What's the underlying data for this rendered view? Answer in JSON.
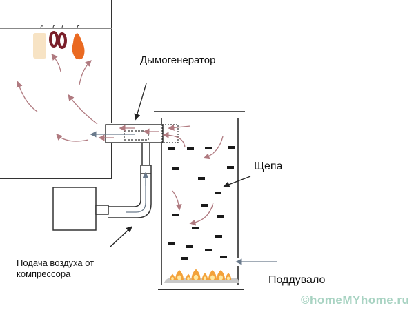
{
  "labels": {
    "smoke_generator": "Дымогенератор",
    "chips": "Щепа",
    "air_supply_line1": "Подача воздуха от",
    "air_supply_line2": "компрессора",
    "blower": "Поддувало"
  },
  "watermark": "©homeMYhome.ru",
  "colors": {
    "outline": "#333333",
    "rail": "#888888",
    "smoke_arrow": "#b07a80",
    "air_arrow": "#6a7a8c",
    "chip": "#1a1a1a",
    "ash": "#c9c9c9",
    "flame_outer": "#f3a23a",
    "flame_inner": "#ffe8a0",
    "cheese": "#f7e3c4",
    "sausage": "#7a1f2a",
    "ham": "#ea6a22",
    "watermark": "#a8d3c2"
  },
  "hanging_products": [
    "cheese",
    "sausage-ring",
    "sausage-ring",
    "ham"
  ]
}
